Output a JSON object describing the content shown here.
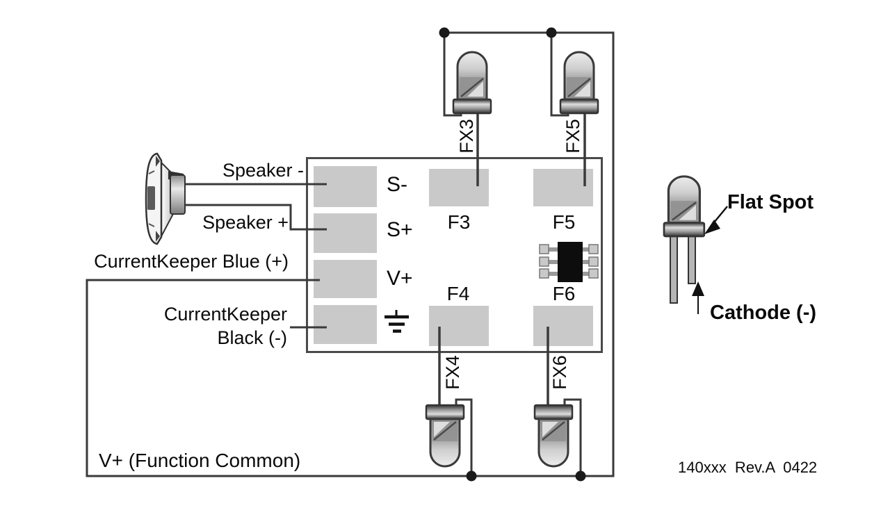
{
  "labels": {
    "speaker_minus": "Speaker -",
    "speaker_plus": "Speaker +",
    "currentkeeper_blue": "CurrentKeeper Blue (+)",
    "currentkeeper_black_line1": "CurrentKeeper",
    "currentkeeper_black_line2": "Black (-)",
    "function_common": "V+ (Function Common)",
    "flat_spot": "Flat Spot",
    "cathode": "Cathode (-)",
    "footer": "140xxx  Rev.A  0422"
  },
  "board": {
    "pad_s_minus": "S-",
    "pad_s_plus": "S+",
    "pad_v_plus": "V+",
    "f3": "F3",
    "f4": "F4",
    "f5": "F5",
    "f6": "F6"
  },
  "leds": {
    "fx3": "FX3",
    "fx4": "FX4",
    "fx5": "FX5",
    "fx6": "FX6"
  },
  "icons": {
    "speaker": "speaker-icon",
    "led": "led-icon",
    "ic_chip": "ic-chip-icon",
    "ground": "ground-symbol-icon",
    "junction_dot": "junction-dot-icon",
    "flat_spot_arrow": "arrow-icon",
    "cathode_arrow": "arrow-icon"
  },
  "colors": {
    "pad": "#c9c9c9",
    "wire": "#3a3a3a",
    "board_border": "#4a4a4a",
    "ic_body": "#0d0d0d",
    "text": "#0a0a0a",
    "background": "#ffffff"
  }
}
